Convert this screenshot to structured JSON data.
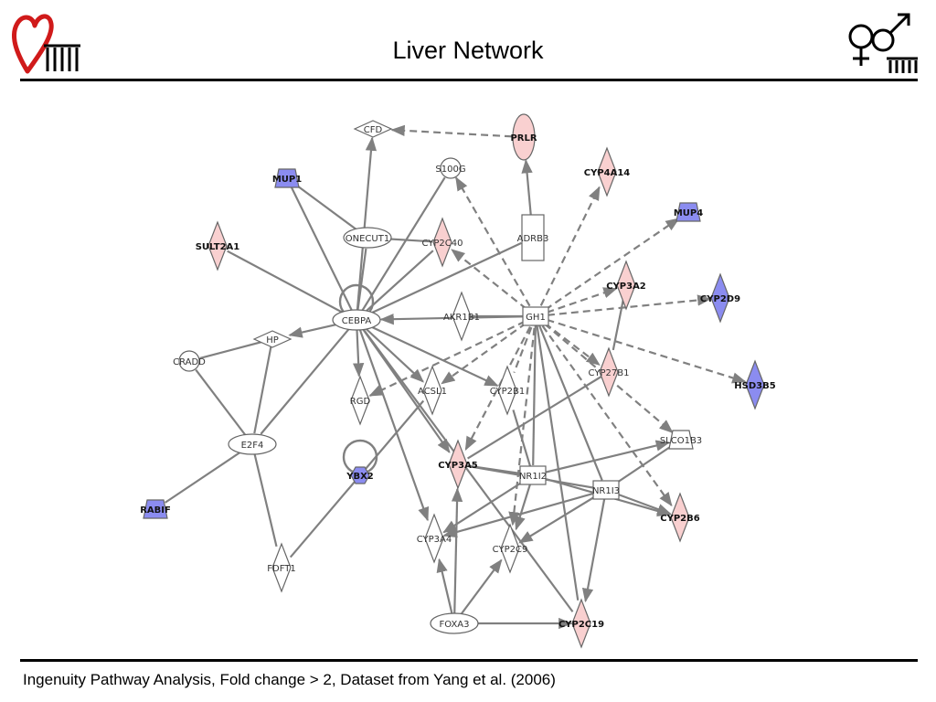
{
  "header": {
    "title": "Liver Network"
  },
  "footer": {
    "caption": "Ingenuity Pathway Analysis, Fold change > 2, Dataset from Yang et al. (2006)"
  },
  "colors": {
    "up": "#f9d0d0",
    "down": "#8b8cf0",
    "neutral": "#ffffff",
    "edge": "#808080",
    "stroke": "#666666"
  },
  "network": {
    "nodes": [
      {
        "id": "CFD",
        "label": "CFD",
        "shape": "diamond",
        "color": "neutral",
        "bold": false
      },
      {
        "id": "PRLR",
        "label": "PRLR",
        "shape": "ellipse-v",
        "color": "up",
        "bold": true
      },
      {
        "id": "S100G",
        "label": "S100G",
        "shape": "circle",
        "color": "neutral",
        "bold": false
      },
      {
        "id": "CYP4A14",
        "label": "CYP4A14",
        "shape": "diamond-v",
        "color": "up",
        "bold": true
      },
      {
        "id": "MUP1",
        "label": "MUP1",
        "shape": "trapezoid",
        "color": "down",
        "bold": true
      },
      {
        "id": "MUP4",
        "label": "MUP4",
        "shape": "trapezoid",
        "color": "down",
        "bold": true
      },
      {
        "id": "ONECUT1",
        "label": "ONECUT1",
        "shape": "ellipse",
        "color": "neutral",
        "bold": false
      },
      {
        "id": "CYP2C40",
        "label": "CYP2C40",
        "shape": "diamond-v",
        "color": "up",
        "bold": false
      },
      {
        "id": "ADRB3",
        "label": "ADRB3",
        "shape": "rect-v",
        "color": "neutral",
        "bold": false
      },
      {
        "id": "SULT2A1",
        "label": "SULT2A1",
        "shape": "diamond-v",
        "color": "up",
        "bold": true
      },
      {
        "id": "CYP3A2",
        "label": "CYP3A2",
        "shape": "diamond-v",
        "color": "up",
        "bold": true
      },
      {
        "id": "CYP2D9",
        "label": "CYP2D9",
        "shape": "diamond-v",
        "color": "down",
        "bold": true
      },
      {
        "id": "CEBPA",
        "label": "CEBPA",
        "shape": "ellipse",
        "color": "neutral",
        "bold": false
      },
      {
        "id": "AKR1B1",
        "label": "AKR1B1",
        "shape": "diamond-v",
        "color": "neutral",
        "bold": false
      },
      {
        "id": "GH1",
        "label": "GH1",
        "shape": "rect",
        "color": "neutral",
        "bold": false
      },
      {
        "id": "HP",
        "label": "HP",
        "shape": "diamond",
        "color": "neutral",
        "bold": false
      },
      {
        "id": "CRADD",
        "label": "CRADD",
        "shape": "circle",
        "color": "neutral",
        "bold": false
      },
      {
        "id": "CYP27B1",
        "label": "CYP27B1",
        "shape": "diamond-v",
        "color": "up",
        "bold": false
      },
      {
        "id": "HSD3B5",
        "label": "HSD3B5",
        "shape": "diamond-v",
        "color": "down",
        "bold": true
      },
      {
        "id": "ACSL1",
        "label": "ACSL1",
        "shape": "diamond-v",
        "color": "neutral",
        "bold": false
      },
      {
        "id": "CYP2B1",
        "label": "CYP2B1",
        "shape": "diamond-v",
        "color": "neutral",
        "bold": false
      },
      {
        "id": "RGD",
        "label": "RGD",
        "shape": "diamond-v",
        "color": "neutral",
        "bold": false
      },
      {
        "id": "E2F4",
        "label": "E2F4",
        "shape": "ellipse",
        "color": "neutral",
        "bold": false
      },
      {
        "id": "SLCO1B3",
        "label": "SLCO1B3",
        "shape": "trapezoid",
        "color": "neutral",
        "bold": false
      },
      {
        "id": "CYP3A5",
        "label": "CYP3A5",
        "shape": "diamond-v",
        "color": "up",
        "bold": true
      },
      {
        "id": "NR1I2",
        "label": "NR1I2",
        "shape": "rect",
        "color": "neutral",
        "bold": false
      },
      {
        "id": "NR1I3",
        "label": "NR1I3",
        "shape": "rect",
        "color": "neutral",
        "bold": false
      },
      {
        "id": "YBX2",
        "label": "YBX2",
        "shape": "hexagon",
        "color": "down",
        "bold": true
      },
      {
        "id": "CYP2B6",
        "label": "CYP2B6",
        "shape": "diamond-v",
        "color": "up",
        "bold": true
      },
      {
        "id": "RABIF",
        "label": "RABIF",
        "shape": "trapezoid",
        "color": "down",
        "bold": true
      },
      {
        "id": "CYP3A4",
        "label": "CYP3A4",
        "shape": "diamond-v",
        "color": "neutral",
        "bold": false
      },
      {
        "id": "CYP2C9",
        "label": "CYP2C9",
        "shape": "diamond-v",
        "color": "neutral",
        "bold": false
      },
      {
        "id": "FDFT1",
        "label": "FDFT1",
        "shape": "diamond-v",
        "color": "neutral",
        "bold": false
      },
      {
        "id": "FOXA3",
        "label": "FOXA3",
        "shape": "ellipse",
        "color": "neutral",
        "bold": false
      },
      {
        "id": "CYP2C19",
        "label": "CYP2C19",
        "shape": "diamond-v",
        "color": "up",
        "bold": true
      }
    ],
    "edges": [
      {
        "from": "PRLR",
        "to": "CFD",
        "dashed": true,
        "arrow": true
      },
      {
        "from": "ADRB3",
        "to": "PRLR",
        "dashed": false,
        "arrow": true
      },
      {
        "from": "CEBPA",
        "to": "CFD",
        "dashed": false,
        "arrow": true
      },
      {
        "from": "CEBPA",
        "to": "MUP1",
        "dashed": false,
        "arrow": false
      },
      {
        "from": "CEBPA",
        "to": "S100G",
        "dashed": false,
        "arrow": false
      },
      {
        "from": "CEBPA",
        "to": "CYP2C40",
        "dashed": false,
        "arrow": false
      },
      {
        "from": "CEBPA",
        "to": "ONECUT1",
        "dashed": false,
        "arrow": false
      },
      {
        "from": "CEBPA",
        "to": "SULT2A1",
        "dashed": false,
        "arrow": false
      },
      {
        "from": "CEBPA",
        "to": "ADRB3",
        "dashed": false,
        "arrow": false
      },
      {
        "from": "CEBPA",
        "to": "HP",
        "dashed": false,
        "arrow": true
      },
      {
        "from": "CEBPA",
        "to": "RGD",
        "dashed": false,
        "arrow": true
      },
      {
        "from": "CEBPA",
        "to": "ACSL1",
        "dashed": false,
        "arrow": true
      },
      {
        "from": "CEBPA",
        "to": "CYP2B1",
        "dashed": false,
        "arrow": true
      },
      {
        "from": "CEBPA",
        "to": "CYP3A5",
        "dashed": false,
        "arrow": true
      },
      {
        "from": "CEBPA",
        "to": "CYP3A4",
        "dashed": false,
        "arrow": true
      },
      {
        "from": "CEBPA",
        "to": "E2F4",
        "dashed": false,
        "arrow": false
      },
      {
        "from": "ONECUT1",
        "to": "CYP2C40",
        "dashed": false,
        "arrow": false
      },
      {
        "from": "ONECUT1",
        "to": "MUP1",
        "dashed": false,
        "arrow": false
      },
      {
        "from": "GH1",
        "to": "CEBPA",
        "dashed": false,
        "arrow": true
      },
      {
        "from": "GH1",
        "to": "S100G",
        "dashed": true,
        "arrow": true
      },
      {
        "from": "GH1",
        "to": "CYP4A14",
        "dashed": true,
        "arrow": true
      },
      {
        "from": "GH1",
        "to": "MUP4",
        "dashed": true,
        "arrow": true
      },
      {
        "from": "GH1",
        "to": "CYP2C40",
        "dashed": true,
        "arrow": true
      },
      {
        "from": "GH1",
        "to": "CYP3A2",
        "dashed": true,
        "arrow": true
      },
      {
        "from": "GH1",
        "to": "CYP2D9",
        "dashed": true,
        "arrow": true
      },
      {
        "from": "GH1",
        "to": "HSD3B5",
        "dashed": true,
        "arrow": true
      },
      {
        "from": "GH1",
        "to": "CYP27B1",
        "dashed": true,
        "arrow": true
      },
      {
        "from": "GH1",
        "to": "SLCO1B3",
        "dashed": true,
        "arrow": true
      },
      {
        "from": "GH1",
        "to": "CYP2B6",
        "dashed": true,
        "arrow": true
      },
      {
        "from": "GH1",
        "to": "RGD",
        "dashed": true,
        "arrow": true
      },
      {
        "from": "GH1",
        "to": "ACSL1",
        "dashed": true,
        "arrow": true
      },
      {
        "from": "GH1",
        "to": "CYP3A5",
        "dashed": true,
        "arrow": true
      },
      {
        "from": "GH1",
        "to": "CYP2C9",
        "dashed": true,
        "arrow": true
      },
      {
        "from": "GH1",
        "to": "CYP2B1",
        "dashed": true,
        "arrow": false
      },
      {
        "from": "GH1",
        "to": "NR1I2",
        "dashed": false,
        "arrow": false
      },
      {
        "from": "GH1",
        "to": "NR1I3",
        "dashed": false,
        "arrow": false
      },
      {
        "from": "GH1",
        "to": "AKR1B1",
        "dashed": false,
        "arrow": false
      },
      {
        "from": "GH1",
        "to": "CYP2C19",
        "dashed": false,
        "arrow": false
      },
      {
        "from": "HP",
        "to": "CRADD",
        "dashed": false,
        "arrow": false
      },
      {
        "from": "HP",
        "to": "E2F4",
        "dashed": false,
        "arrow": false
      },
      {
        "from": "E2F4",
        "to": "CRADD",
        "dashed": false,
        "arrow": false
      },
      {
        "from": "E2F4",
        "to": "RABIF",
        "dashed": false,
        "arrow": false
      },
      {
        "from": "E2F4",
        "to": "FDFT1",
        "dashed": false,
        "arrow": false
      },
      {
        "from": "YBX2",
        "to": "ACSL1",
        "dashed": false,
        "arrow": false
      },
      {
        "from": "YBX2",
        "to": "FDFT1",
        "dashed": false,
        "arrow": false
      },
      {
        "from": "NR1I2",
        "to": "CYP3A5",
        "dashed": false,
        "arrow": false
      },
      {
        "from": "NR1I2",
        "to": "CYP2B1",
        "dashed": false,
        "arrow": false
      },
      {
        "from": "NR1I2",
        "to": "CYP3A4",
        "dashed": false,
        "arrow": true
      },
      {
        "from": "NR1I2",
        "to": "CYP2C9",
        "dashed": false,
        "arrow": true
      },
      {
        "from": "NR1I2",
        "to": "CYP2B6",
        "dashed": false,
        "arrow": true
      },
      {
        "from": "NR1I2",
        "to": "SLCO1B3",
        "dashed": false,
        "arrow": true
      },
      {
        "from": "NR1I3",
        "to": "CYP3A4",
        "dashed": false,
        "arrow": true
      },
      {
        "from": "NR1I3",
        "to": "CYP2C9",
        "dashed": false,
        "arrow": true
      },
      {
        "from": "NR1I3",
        "to": "CYP2B6",
        "dashed": false,
        "arrow": true
      },
      {
        "from": "NR1I3",
        "to": "SLCO1B3",
        "dashed": false,
        "arrow": false
      },
      {
        "from": "NR1I3",
        "to": "CYP2C19",
        "dashed": false,
        "arrow": true
      },
      {
        "from": "NR1I3",
        "to": "CYP3A5",
        "dashed": false,
        "arrow": false
      },
      {
        "from": "CYP27B1",
        "to": "CYP3A5",
        "dashed": false,
        "arrow": false
      },
      {
        "from": "CYP3A2",
        "to": "CYP27B1",
        "dashed": false,
        "arrow": false
      },
      {
        "from": "FOXA3",
        "to": "CYP3A5",
        "dashed": false,
        "arrow": true
      },
      {
        "from": "FOXA3",
        "to": "CYP3A4",
        "dashed": false,
        "arrow": true
      },
      {
        "from": "FOXA3",
        "to": "CYP2C9",
        "dashed": false,
        "arrow": true
      },
      {
        "from": "FOXA3",
        "to": "CYP2C19",
        "dashed": false,
        "arrow": true
      },
      {
        "from": "CEBPA",
        "to": "CYP2C19",
        "dashed": false,
        "arrow": false
      }
    ],
    "self_loops": [
      "CEBPA",
      "YBX2"
    ]
  }
}
